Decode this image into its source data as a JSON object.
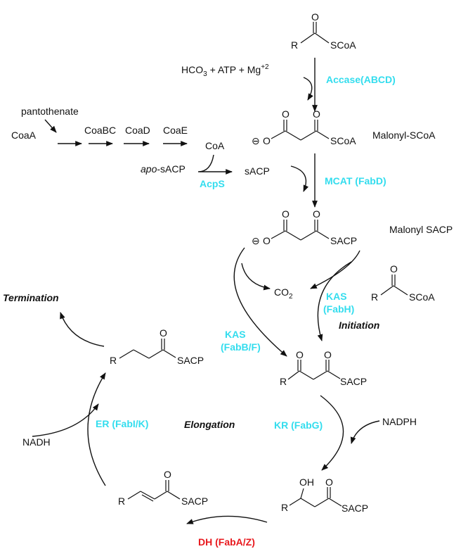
{
  "top_substrate": {
    "r": "R",
    "o": "O",
    "scoa": "SCoA"
  },
  "accase_inputs": {
    "text": "HCO",
    "sub": "3",
    "rest": " + ATP + Mg",
    "sup": "+2"
  },
  "accase_label": "Accase(ABCD)",
  "malonyl_scoa": {
    "charge": "⊖",
    "o_minus": "O",
    "o1": "O",
    "o2": "O",
    "scoa": "SCoA",
    "name": "Malonyl-SCoA"
  },
  "coa_path": {
    "pantothenate": "pantothenate",
    "coaa": "CoaA",
    "coabc": "CoaBC",
    "coad": "CoaD",
    "coae": "CoaE",
    "coa": "CoA",
    "apo_prefix": "apo",
    "apo_rest": "-sACP",
    "sacp": "sACP",
    "acps": "AcpS"
  },
  "mcat_label": "MCAT (FabD)",
  "malonyl_sacp": {
    "charge": "⊖",
    "o_minus": "O",
    "o1": "O",
    "o2": "O",
    "sacp": "SACP",
    "name": "Malonyl SACP"
  },
  "co2": {
    "text": "CO",
    "sub": "2"
  },
  "initiation_substrate": {
    "r": "R",
    "o": "O",
    "scoa": "SCoA"
  },
  "kas_fabh": {
    "line1": "KAS",
    "line2": "(FabH)"
  },
  "initiation_label": "Initiation",
  "termination_label": "Termination",
  "acyl_sacp": {
    "r": "R",
    "o": "O",
    "sacp": "SACP"
  },
  "kas_fabbf": {
    "line1": "KAS",
    "line2": "(FabB/F)"
  },
  "ketoacyl": {
    "o1": "O",
    "o2": "O",
    "r": "R",
    "sacp": "SACP"
  },
  "er_label": "ER (FabI/K)",
  "elongation_label": "Elongation",
  "kr_label": "KR (FabG)",
  "nadh": "NADH",
  "nadph": "NADPH",
  "enoyl": {
    "r": "R",
    "o": "O",
    "sacp": "SACP"
  },
  "hydroxyacyl": {
    "oh": "OH",
    "o": "O",
    "r": "R",
    "sacp": "SACP"
  },
  "dh_label": "DH (FabA/Z)"
}
